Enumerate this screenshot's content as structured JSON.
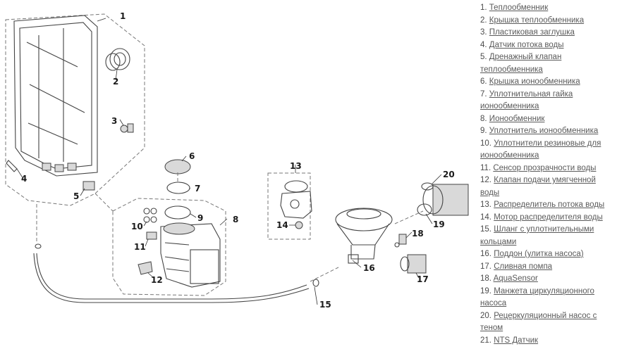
{
  "callouts": [
    "1",
    "2",
    "3",
    "4",
    "5",
    "6",
    "7",
    "8",
    "9",
    "10",
    "11",
    "12",
    "13",
    "14",
    "15",
    "16",
    "17",
    "18",
    "19",
    "20"
  ],
  "legend": [
    {
      "num": "1.",
      "text": "Теплообменник"
    },
    {
      "num": "2.",
      "text": "Крышка теплообменника"
    },
    {
      "num": "3.",
      "text": "Пластиковая заглушка"
    },
    {
      "num": "4.",
      "text": "Датчик потока воды"
    },
    {
      "num": "5.",
      "text": "Дренажный клапан теплообменника"
    },
    {
      "num": "6.",
      "text": "Крышка ионообменника"
    },
    {
      "num": "7.",
      "text": "Уплотнительная гайка ионообменника"
    },
    {
      "num": "8.",
      "text": "Ионообменник"
    },
    {
      "num": "9.",
      "text": "Уплотнитель ионообменника"
    },
    {
      "num": "10.",
      "text": "Уплотнители резиновые для ионообменника"
    },
    {
      "num": "11.",
      "text": "Сенсор прозрачности воды"
    },
    {
      "num": "12.",
      "text": "Клапан подачи умягченной воды"
    },
    {
      "num": "13.",
      "text": "Распределитель потока воды"
    },
    {
      "num": "14.",
      "text": "Мотор распределителя воды"
    },
    {
      "num": "15.",
      "text": "Шланг с уплотнительными кольцами"
    },
    {
      "num": "16.",
      "text": "Поддон (улитка насоса)"
    },
    {
      "num": "17.",
      "text": "Сливная помпа"
    },
    {
      "num": "18.",
      "text": "AquaSensor"
    },
    {
      "num": "19.",
      "text": "Манжета циркуляционного насоса"
    },
    {
      "num": "20.",
      "text": "Рецеркуляционный насос с теном"
    },
    {
      "num": "21.",
      "text": "NTS Датчик"
    }
  ]
}
